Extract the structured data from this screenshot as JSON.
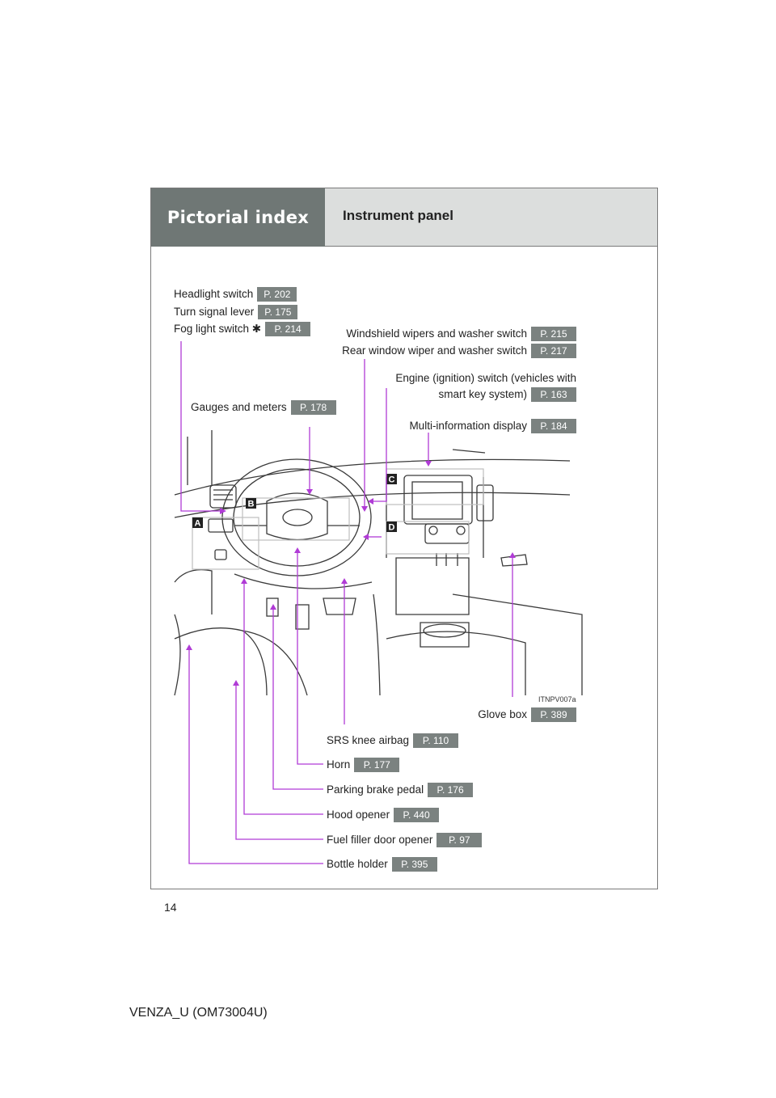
{
  "header": {
    "section_title": "Pictorial index",
    "subtitle": "Instrument panel"
  },
  "labels": {
    "headlight": {
      "text": "Headlight switch",
      "page": "P. 202"
    },
    "turn_signal": {
      "text": "Turn signal lever",
      "page": "P. 175"
    },
    "fog_light": {
      "text": "Fog light switch ✱",
      "page": "P. 214"
    },
    "windshield_wipers": {
      "text": "Windshield wipers and washer switch",
      "page": "P. 215"
    },
    "rear_wiper": {
      "text": "Rear window wiper and washer switch",
      "page": "P. 217"
    },
    "engine_switch_1": "Engine (ignition) switch (vehicles with",
    "engine_switch_2": {
      "text": "smart key system)",
      "page": "P. 163"
    },
    "gauges": {
      "text": "Gauges and meters",
      "page": "P. 178"
    },
    "multi_info": {
      "text": "Multi-information display",
      "page": "P. 184"
    },
    "glove_box": {
      "text": "Glove box",
      "page": "P. 389"
    },
    "srs_knee": {
      "text": "SRS knee airbag",
      "page": "P. 110"
    },
    "horn": {
      "text": "Horn",
      "page": "P. 177"
    },
    "parking_brake": {
      "text": "Parking brake pedal",
      "page": "P. 176"
    },
    "hood_opener": {
      "text": "Hood opener",
      "page": "P. 440"
    },
    "fuel_filler": {
      "text": "Fuel filler door opener",
      "page": "P. 97"
    },
    "bottle_holder": {
      "text": "Bottle holder",
      "page": "P. 395"
    }
  },
  "callouts": {
    "a": "A",
    "b": "B",
    "c": "C",
    "d": "D"
  },
  "image_code": "ITNPV007a",
  "page_number": "14",
  "footer": "VENZA_U (OM73004U)",
  "colors": {
    "leader": "#b03bd6",
    "header_dark": "#6f7775",
    "header_light": "#dcdedd",
    "page_badge": "#7b8280"
  }
}
